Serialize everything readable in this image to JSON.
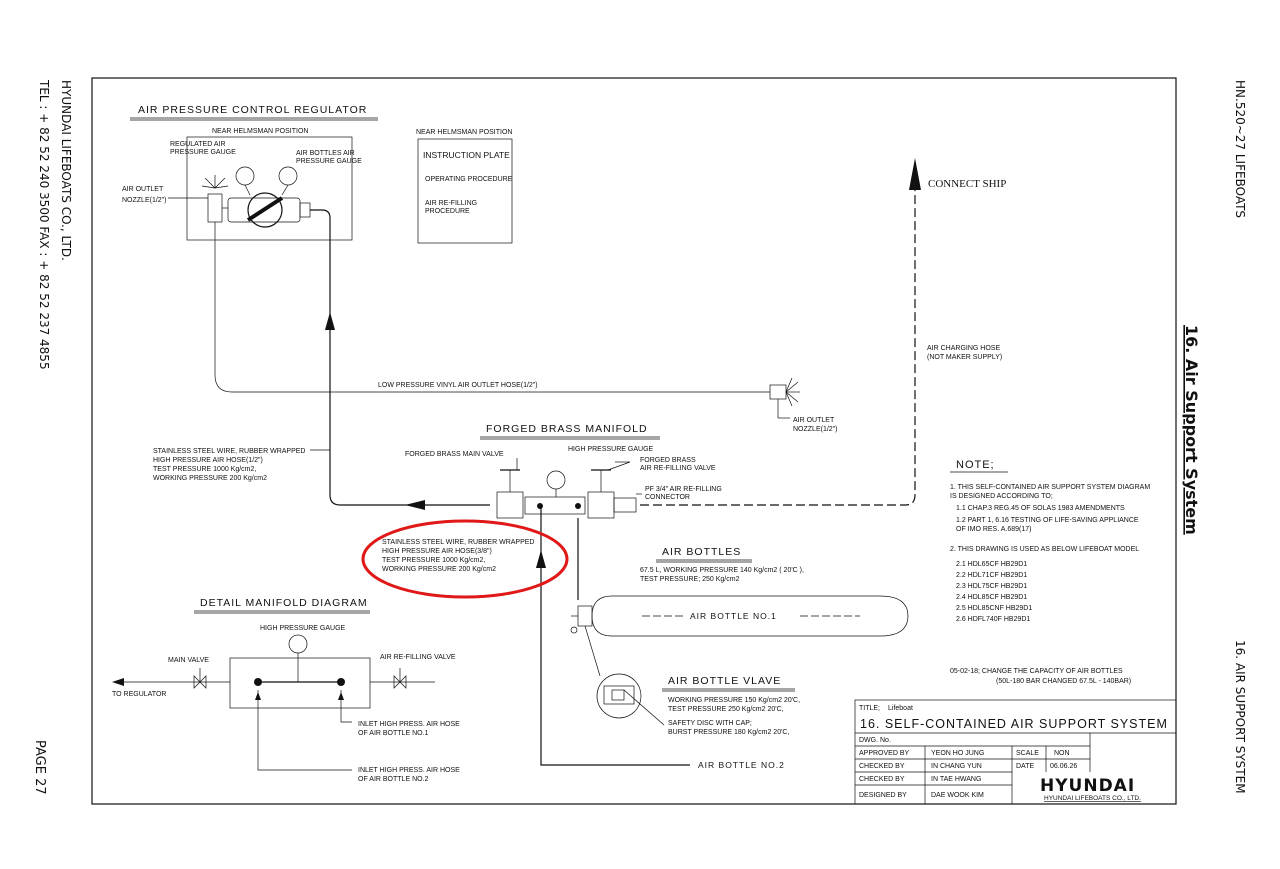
{
  "side_left": {
    "company": "HYUNDAI LIFEBOATS CO., LTD.",
    "contact": "TEL : + 82 52 240 3500  FAX : + 82 52 237 4855",
    "page": "PAGE 27"
  },
  "side_right": {
    "doc": "HN.520~27 LIFEBOATS",
    "section": "16. Air Support System",
    "footer": "16. AIR SUPPORT SYSTEM"
  },
  "regulator": {
    "title": "AIR PRESSURE CONTROL REGULATOR",
    "position": "NEAR HELMSMAN POSITION",
    "regulated_gauge": [
      "REGULATED AIR",
      "PRESSURE GAUGE"
    ],
    "bottles_gauge": [
      "AIR BOTTLES AIR",
      "PRESSURE GAUGE"
    ],
    "outlet_nozzle": [
      "AIR OUTLET",
      "NOZZLE(1/2\")"
    ]
  },
  "instruction": {
    "position": "NEAR HELMSMAN POSITION",
    "title": "INSTRUCTION PLATE",
    "line1": "OPERATING PROCEDURE",
    "line2": [
      "AIR RE-FILLING",
      "PROCEDURE"
    ]
  },
  "connect_ship": "CONNECT SHIP",
  "charging_hose": [
    "AIR CHARGING HOSE",
    "(NOT MAKER SUPPLY)"
  ],
  "low_pressure_hose": "LOW PRESSURE VINYL AIR OUTLET HOSE(1/2\")",
  "outlet_nozzle_2": [
    "AIR OUTLET",
    "NOZZLE(1/2\")"
  ],
  "manifold": {
    "title": "FORGED BRASS MANIFOLD",
    "main_valve": "FORGED BRASS MAIN VALVE",
    "gauge": "HIGH PRESSURE GAUGE",
    "refill_valve": [
      "FORGED BRASS",
      "AIR RE-FILLING VALVE"
    ],
    "connector": [
      "PF 3/4\" AIR RE-FILLING",
      "CONNECTOR"
    ]
  },
  "hose_left": [
    "STAINLESS STEEL WIRE, RUBBER WRAPPED",
    "HIGH PRESSURE AIR HOSE(1/2\")",
    "TEST PRESSURE 1000 Kg/cm2,",
    "WORKING PRESSURE 200 Kg/cm2"
  ],
  "hose_circled": [
    "STAINLESS STEEL WIRE, RUBBER WRAPPED",
    "HIGH PRESSURE AIR HOSE(3/8\")",
    "TEST PRESSURE 1000 Kg/cm2,",
    "WORKING PRESSURE 200 Kg/cm2"
  ],
  "air_bottles": {
    "title": "AIR BOTTLES",
    "spec": [
      "67.5 L, WORKING PRESSURE 140 Kg/cm2 ( 20'C ),",
      "TEST PRESSURE; 250 Kg/cm2"
    ],
    "bottle1": "AIR BOTTLE NO.1",
    "bottle2": "AIR BOTTLE NO.2"
  },
  "bottle_valve": {
    "title": "AIR BOTTLE VLAVE",
    "lines": [
      "WORKING PRESSURE 150 Kg/cm2 20'C,",
      "TEST PRESSURE 250 Kg/cm2 20'C,",
      "SAFETY DISC WITH CAP;",
      "BURST PRESSURE 180 Kg/cm2 20'C,"
    ]
  },
  "detail": {
    "title": "DETAIL MANIFOLD DIAGRAM",
    "gauge": "HIGH PRESSURE GAUGE",
    "main_valve": "MAIN VALVE",
    "refill_valve": "AIR RE-FILLING VALVE",
    "to_regulator": "TO REGULATOR",
    "inlet1": [
      "INLET HIGH PRESS. AIR HOSE",
      "OF AIR BOTTLE NO.1"
    ],
    "inlet2": [
      "INLET HIGH PRESS. AIR HOSE",
      "OF AIR BOTTLE NO.2"
    ]
  },
  "note": {
    "title": "NOTE;",
    "lines": [
      "1. THIS SELF-CONTAINED AIR SUPPORT SYSTEM DIAGRAM",
      "   IS DESIGNED ACCORDING TO;",
      "1.1 CHAP.3 REG.45 OF SOLAS 1983 AMENDMENTS",
      "1.2 PART 1, 6.16 TESTING OF LIFE-SAVING APPLIANCE",
      "     OF IMO RES. A.689(17)",
      "2. THIS DRAWING IS USED AS BELOW LIFEBOAT MODEL",
      "2.1 HDL65CF HB29D1",
      "2.2 HDL71CF HB29D1",
      "2.3 HDL75CF HB29D1",
      "2.4 HDL85CF HB29D1",
      "2.5 HDL85CNF HB29D1",
      "2.6 HDFL740F HB29D1"
    ],
    "revision": [
      "05-02-18; CHANGE THE CAPACITY OF AIR BOTTLES",
      "(50L-180 BAR CHANGED 67.5L - 140BAR)"
    ]
  },
  "title_block": {
    "title_label": "TITLE;",
    "title_value": "Lifeboat",
    "main_title": "16. SELF-CONTAINED AIR SUPPORT SYSTEM",
    "dwg_label": "DWG. No.",
    "rows": [
      {
        "role": "APPROVED BY",
        "name": "YEON HO JUNG"
      },
      {
        "role": "CHECKED BY",
        "name": "IN CHANG YUN"
      },
      {
        "role": "CHECKED BY",
        "name": "IN TAE HWANG"
      },
      {
        "role": "DESIGNED BY",
        "name": "DAE WOOK KIM"
      }
    ],
    "scale_label": "SCALE",
    "scale_value": "NON",
    "date_label": "DATE",
    "date_value": "06.06.26",
    "logo": "HYUNDAI",
    "logo_sub": "HYUNDAI LIFEBOATS CO., LTD."
  },
  "colors": {
    "ink": "#111111",
    "highlight": "#e01818",
    "fill": "#ececec"
  }
}
